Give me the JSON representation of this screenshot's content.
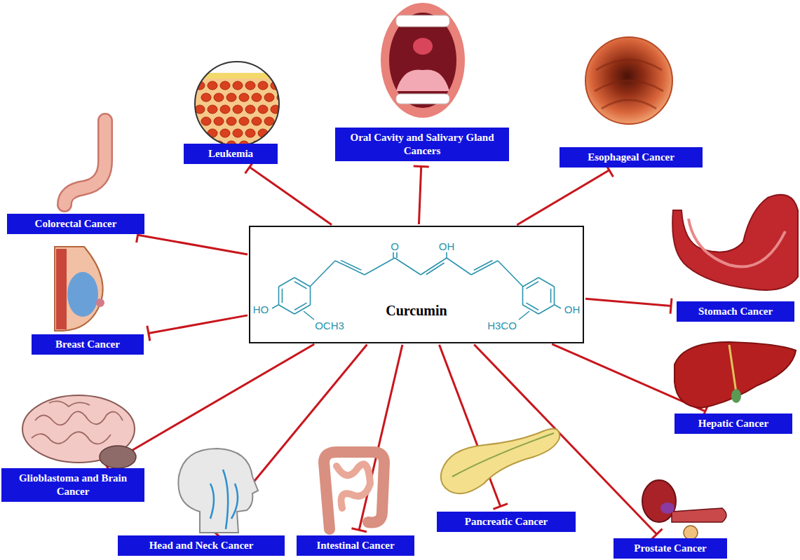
{
  "diagram": {
    "nodes": [
      {
        "text": [
          "Leukemia"
        ]
      },
      {
        "text": [
          "Oral Cavity and Salivary Gland Cancers"
        ]
      },
      {
        "text": [
          "Esophageal Cancer"
        ]
      },
      {
        "text": [
          "Colorectal Cancer"
        ]
      },
      {
        "text": [
          "Curcumin"
        ]
      },
      {
        "text": [
          "Breast Cancer"
        ]
      },
      {
        "text": [
          "Stomach Cancer"
        ]
      },
      {
        "text": [
          "Glioblastoma and Brain Cancer"
        ]
      },
      {
        "text": [
          "Hepatic Cancer"
        ]
      },
      {
        "text": [
          "Head and Neck Cancer"
        ]
      },
      {
        "text": [
          "Intestinal Cancer"
        ]
      },
      {
        "text": [
          "Pancreatic Cancer"
        ]
      },
      {
        "text": [
          "Prostate Cancer"
        ]
      }
    ],
    "edges": [
      {
        "from": 4,
        "to": 0,
        "arrow": "to"
      },
      {
        "from": 4,
        "to": 1,
        "arrow": "to"
      },
      {
        "from": 4,
        "to": 2,
        "arrow": "to"
      },
      {
        "from": 4,
        "to": 3,
        "arrow": "to"
      },
      {
        "from": 4,
        "to": 5,
        "arrow": "to"
      },
      {
        "from": 4,
        "to": 6,
        "arrow": "to"
      },
      {
        "from": 4,
        "to": 7,
        "arrow": "to"
      },
      {
        "from": 4,
        "to": 8,
        "arrow": "to"
      },
      {
        "from": 4,
        "to": 9,
        "arrow": "to"
      },
      {
        "from": 4,
        "to": 10,
        "arrow": "to"
      },
      {
        "from": 4,
        "to": 11,
        "arrow": "to"
      },
      {
        "from": 4,
        "to": 12,
        "arrow": "to"
      }
    ],
    "labels": [
      "O",
      "OH",
      "HO",
      "OCH3",
      "H3CO",
      "OH"
    ]
  }
}
